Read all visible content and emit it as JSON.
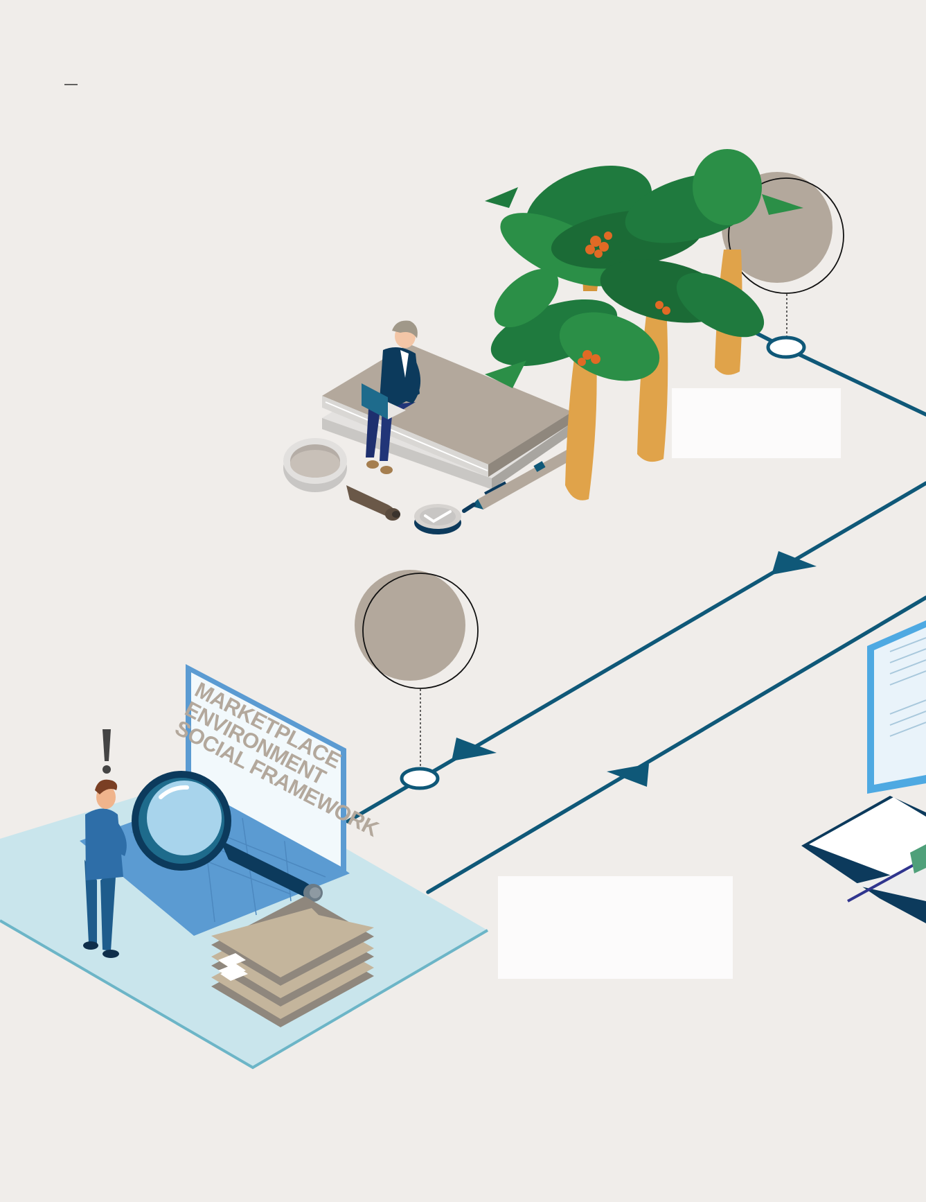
{
  "screen_lines": [
    "MARKETPLACE",
    "ENVIRONMENT",
    "SOCIAL FRAMEWORK"
  ],
  "colors": {
    "background": "#f0edea",
    "route_line": "#0f5878",
    "callout_circle": "#b3a89c",
    "text_box": "#fcfbfb",
    "platform": "#c9e5ec",
    "laptop": "#5b9bd2",
    "palm_leaves": "#1f7a3e",
    "palm_trunk": "#e0a34a",
    "book": "#b3a89c"
  },
  "icons": [
    "person-with-laptop-icon",
    "book-stack-icon",
    "magnifier-icon",
    "pen-icon",
    "checkmark-coin-icon",
    "palm-trees-icon",
    "laptop-icon",
    "businessman-icon",
    "exclamation-icon",
    "folder-stack-icon",
    "monitor-icon",
    "open-book-icon"
  ]
}
